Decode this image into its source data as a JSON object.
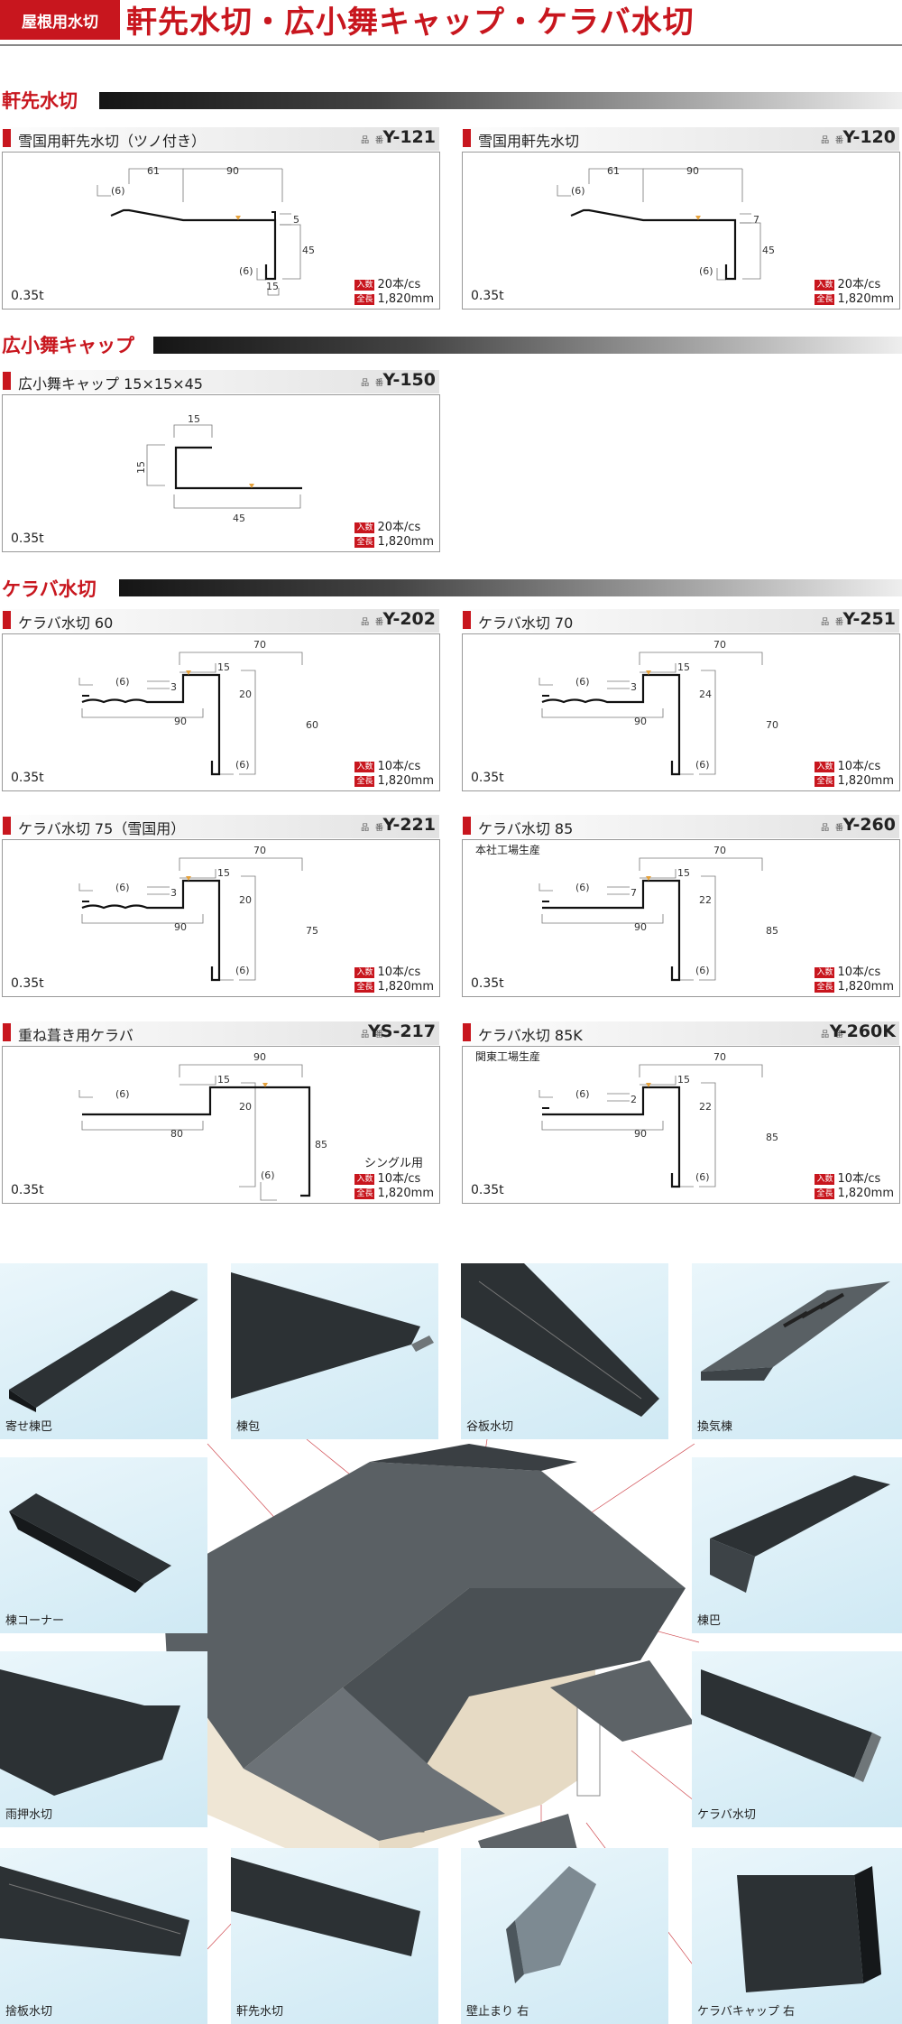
{
  "header": {
    "tag": "屋根用水切",
    "title": "軒先水切・広小舞キャップ・ケラバ水切"
  },
  "sections": [
    {
      "title": "軒先水切"
    },
    {
      "title": "広小舞キャップ"
    },
    {
      "title": "ケラバ水切"
    }
  ],
  "labels": {
    "hinban": "品 番",
    "iri": "入数",
    "zencho": "全長"
  },
  "products": [
    {
      "name": "雪国用軒先水切（ツノ付き）",
      "code": "Y-121",
      "thickness": "0.35t",
      "qty": "20本/cs",
      "length": "1,820mm",
      "dims": [
        "61",
        "90",
        "(6)",
        "5",
        "45",
        "(6)",
        "15"
      ]
    },
    {
      "name": "雪国用軒先水切",
      "code": "Y-120",
      "thickness": "0.35t",
      "qty": "20本/cs",
      "length": "1,820mm",
      "dims": [
        "61",
        "90",
        "(6)",
        "7",
        "45",
        "(6)"
      ]
    },
    {
      "name": "広小舞キャップ 15×15×45",
      "code": "Y-150",
      "thickness": "0.35t",
      "qty": "20本/cs",
      "length": "1,820mm",
      "dims": [
        "15",
        "15",
        "45"
      ]
    },
    {
      "name": "ケラバ水切 60",
      "code": "Y-202",
      "thickness": "0.35t",
      "qty": "10本/cs",
      "length": "1,820mm",
      "dims": [
        "70",
        "15",
        "(6)",
        "3",
        "20",
        "60",
        "90",
        "(6)"
      ]
    },
    {
      "name": "ケラバ水切 70",
      "code": "Y-251",
      "thickness": "0.35t",
      "qty": "10本/cs",
      "length": "1,820mm",
      "dims": [
        "70",
        "15",
        "(6)",
        "3",
        "24",
        "70",
        "90",
        "(6)"
      ]
    },
    {
      "name": "ケラバ水切 75（雪国用）",
      "code": "Y-221",
      "thickness": "0.35t",
      "qty": "10本/cs",
      "length": "1,820mm",
      "dims": [
        "70",
        "15",
        "(6)",
        "3",
        "20",
        "75",
        "90",
        "(6)"
      ]
    },
    {
      "name": "ケラバ水切 85",
      "code": "Y-260",
      "thickness": "0.35t",
      "qty": "10本/cs",
      "length": "1,820mm",
      "note": "本社工場生産",
      "dims": [
        "70",
        "15",
        "(6)",
        "7",
        "22",
        "85",
        "90",
        "(6)"
      ]
    },
    {
      "name": "重ね葺き用ケラバ",
      "code": "YS-217",
      "thickness": "0.35t",
      "qty": "10本/cs",
      "length": "1,820mm",
      "usage": "シングル用",
      "dims": [
        "90",
        "15",
        "(6)",
        "20",
        "85",
        "80",
        "(6)"
      ]
    },
    {
      "name": "ケラバ水切 85K",
      "code": "Y-260K",
      "thickness": "0.35t",
      "qty": "10本/cs",
      "length": "1,820mm",
      "note": "関東工場生産",
      "dims": [
        "70",
        "15",
        "(6)",
        "2",
        "22",
        "85",
        "90",
        "(6)"
      ]
    }
  ],
  "parts": [
    "寄せ棟巴",
    "棟包",
    "谷板水切",
    "換気棟",
    "棟コーナー",
    "棟巴",
    "雨押水切",
    "ケラバ水切",
    "捨板水切",
    "軒先水切",
    "壁止まり 右",
    "ケラバキャップ 右"
  ],
  "colors": {
    "accent": "#c8161e",
    "tile_bg": "#d8eef6",
    "metal": "#2c3134"
  }
}
